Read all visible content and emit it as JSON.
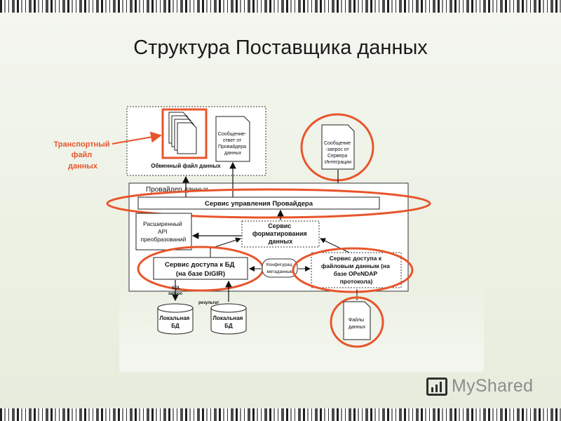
{
  "slide": {
    "title": "Структура Поставщика данных"
  },
  "diagram": {
    "annotation_transport": [
      "Транспортный",
      "файл",
      "данных"
    ],
    "exchange_file_label": "Обменный файл данных",
    "response_message": [
      "Сообщение-",
      "ответ от",
      "Провайдера",
      "данных"
    ],
    "request_message": [
      "Сообщение",
      "-запрос от",
      "Сервера",
      "Интеграции"
    ],
    "provider_label": "Провайдер данных",
    "provider_management_service": "Сервис управления Провайдера",
    "extended_api": [
      "Расширенный",
      "API",
      "преобразований"
    ],
    "formatting_service": [
      "Сервис",
      "форматирования",
      "данных"
    ],
    "db_access_service": [
      "Сервис доступа к БД",
      "(на базе DiGIR)"
    ],
    "config_metadata": [
      "Конфигурац",
      "метаданные"
    ],
    "file_access_service": [
      "Сервис доступа к",
      "файловым данным (на",
      "базе OPeNDAP",
      "протокола)"
    ],
    "sql_request": [
      "SQL",
      "запрос"
    ],
    "result_label": "результат",
    "local_db_1": [
      "Локальная",
      "БД"
    ],
    "local_db_2": [
      "Локальная",
      "БД"
    ],
    "data_files": [
      "Файлы",
      "данных"
    ]
  },
  "colors": {
    "highlight": "#e8552b",
    "text": "#111111"
  },
  "logo": {
    "text": "MyShared"
  }
}
